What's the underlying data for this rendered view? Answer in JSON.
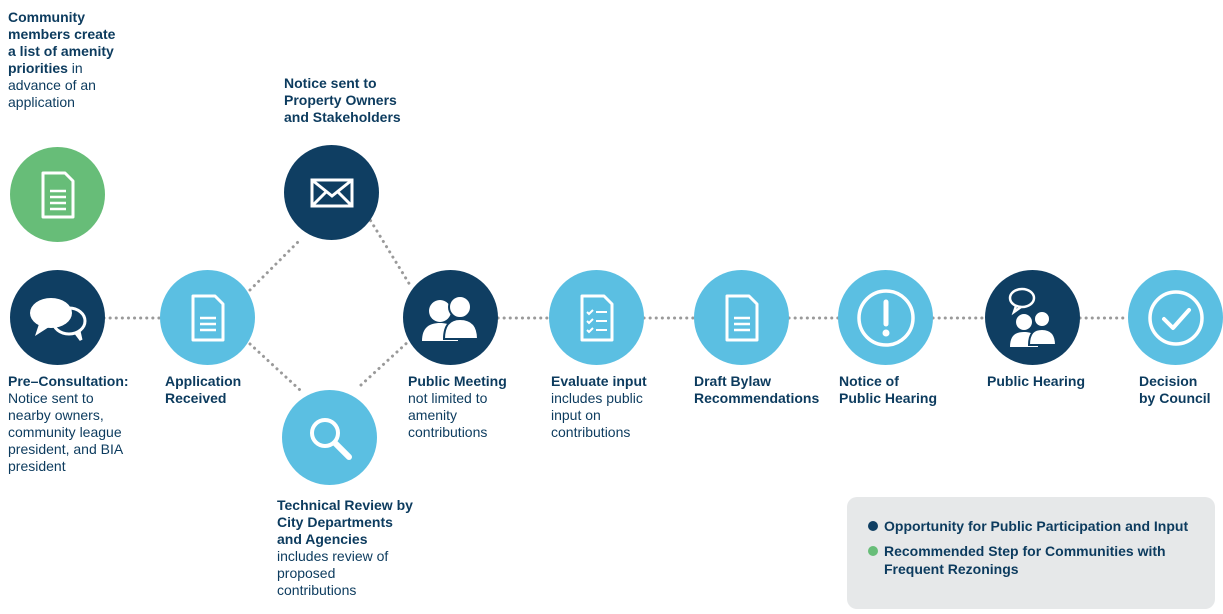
{
  "colors": {
    "dark": "#0f3e62",
    "light": "#5bbfe2",
    "green": "#67bd78",
    "text": "#0c3b5e",
    "dots": "#9a9a9a",
    "legend_bg": "#e6e8e9"
  },
  "pre_step": {
    "bold": "Community members create a list of amenity priorities",
    "plain": " in advance of an application",
    "icon": "document-icon"
  },
  "notice": {
    "bold": "Notice sent to Property Owners and Stakeholders",
    "icon": "envelope-icon"
  },
  "technical": {
    "bold": "Technical Review by City Departments and Agencies",
    "plain": "includes review of proposed contributions",
    "icon": "magnifier-icon"
  },
  "steps": [
    {
      "bold": "Pre–Consultation:",
      "plain": "Notice sent to nearby owners, community league president, and BIA president",
      "icon": "speech-bubbles-icon"
    },
    {
      "bold": "Application Received",
      "plain": "",
      "icon": "document-icon"
    },
    {
      "bold": "Public Meeting",
      "plain": "not limited to amenity contributions",
      "icon": "people-icon"
    },
    {
      "bold": "Evaluate input",
      "plain": "includes public input on contributions",
      "icon": "checklist-icon"
    },
    {
      "bold": "Draft Bylaw Recommendations",
      "plain": "",
      "icon": "document-icon"
    },
    {
      "bold": "Notice of Public Hearing",
      "plain": "",
      "icon": "exclamation-icon"
    },
    {
      "bold": "Public Hearing",
      "plain": "",
      "icon": "speaking-people-icon"
    },
    {
      "bold": "Decision by Council",
      "plain": "",
      "icon": "checkmark-icon"
    }
  ],
  "legend": [
    {
      "text": "Opportunity for Public Participation and Input",
      "color": "#0f3e62"
    },
    {
      "text": "Recommended Step for Communities with Frequent Rezonings",
      "color": "#67bd78"
    }
  ]
}
